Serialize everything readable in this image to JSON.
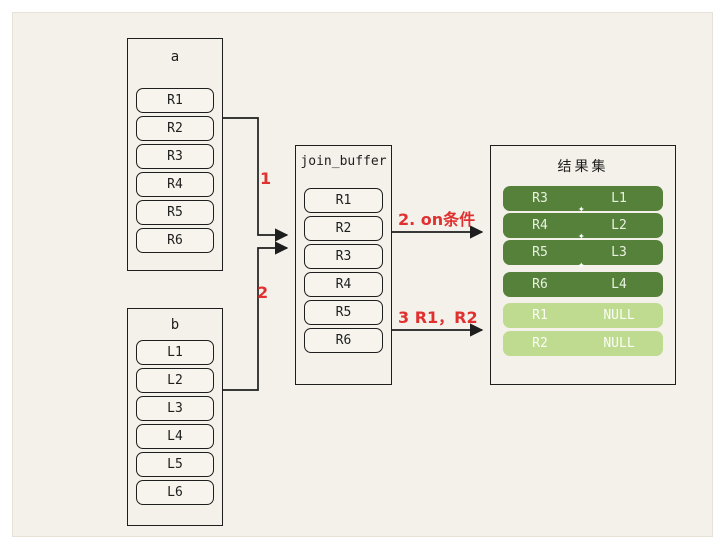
{
  "colors": {
    "background": "#f4f1ea",
    "stroke": "#1e1e1e",
    "accent_red": "#e03131",
    "matched_green": "#55813b",
    "unmatched_green": "#bedb90"
  },
  "box_a": {
    "title": "a",
    "rows": [
      "R1",
      "R2",
      "R3",
      "R4",
      "R5",
      "R6"
    ]
  },
  "box_b": {
    "title": "b",
    "rows": [
      "L1",
      "L2",
      "L3",
      "L4",
      "L5",
      "L6"
    ]
  },
  "join_buffer": {
    "title": "join_buffer",
    "rows": [
      "R1",
      "R2",
      "R3",
      "R4",
      "R5",
      "R6"
    ]
  },
  "result": {
    "title": "结果集",
    "matched_rows": [
      {
        "left": "R3",
        "right": "L1"
      },
      {
        "left": "R4",
        "right": "L2"
      },
      {
        "left": "R5",
        "right": "L3"
      },
      {
        "left": "R6",
        "right": "L4"
      }
    ],
    "unmatched_rows": [
      {
        "left": "R1",
        "right": "NULL"
      },
      {
        "left": "R2",
        "right": "NULL"
      }
    ]
  },
  "arrows": {
    "step1": "1",
    "step2": "2",
    "on_condition": "2. on条件",
    "null_fill": "3 R1，R2"
  }
}
